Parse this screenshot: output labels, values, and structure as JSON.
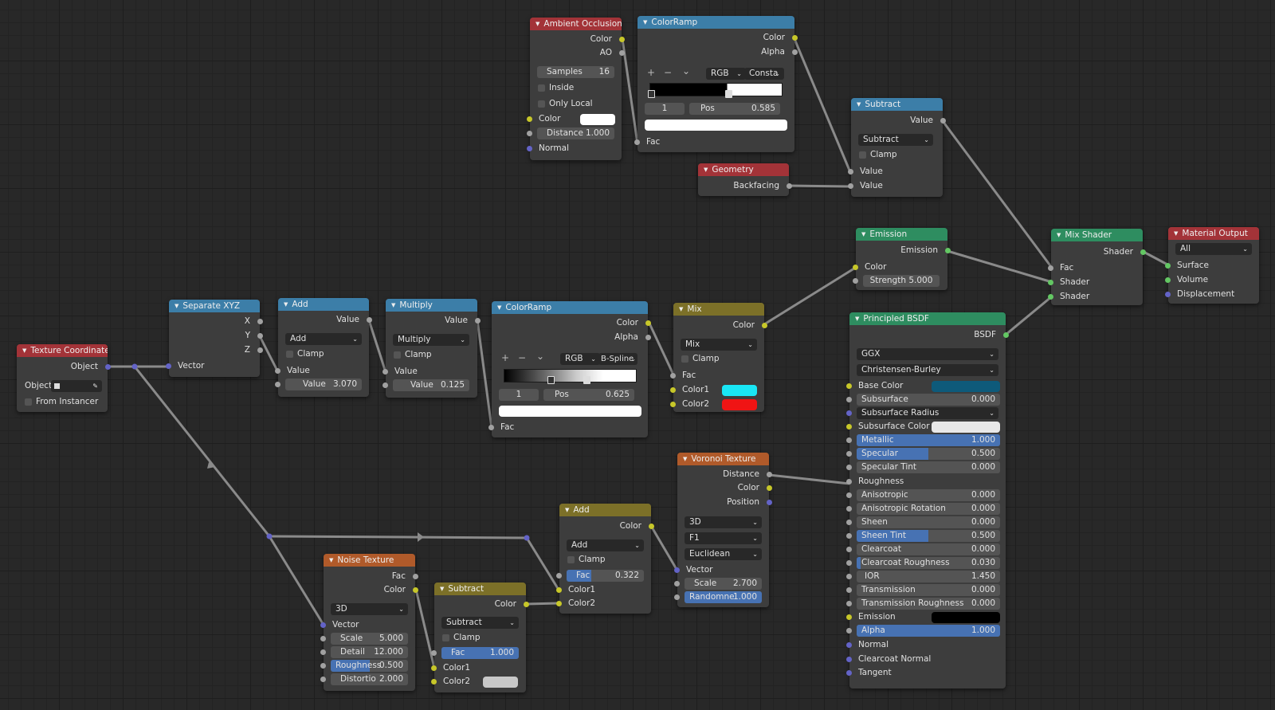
{
  "editor": {
    "grid_color": "#282828",
    "wire_color": "#8a8a8a"
  },
  "colors": {
    "socket_float": "#a1a1a1",
    "socket_color": "#c7c729",
    "socket_vector": "#6363c7",
    "socket_shader": "#63c763",
    "header_input": "#a33338",
    "header_converter": "#3c7ea8",
    "header_shader": "#2e8d60",
    "header_color": "#7c7028",
    "header_texture": "#b05a2a",
    "slider_fill": "#4772b3"
  },
  "nodes": {
    "ambient_occlusion": {
      "title": "Ambient Occlusion",
      "outputs": [
        "Color",
        "AO"
      ],
      "samples_label": "Samples",
      "samples_value": "16",
      "inside": "Inside",
      "only_local": "Only Local",
      "color_label": "Color",
      "distance_label": "Distance",
      "distance_value": "1.000",
      "normal_label": "Normal",
      "color_value": "#ffffff"
    },
    "colorramp_top": {
      "title": "ColorRamp",
      "outputs": [
        "Color",
        "Alpha"
      ],
      "tool_add": "+",
      "tool_remove": "−",
      "tool_menu": "⌄",
      "mode": "RGB",
      "interp": "Consta",
      "index": "1",
      "pos_label": "Pos",
      "pos_value": "0.585",
      "fac_label": "Fac",
      "stops": [
        0.0,
        0.585
      ]
    },
    "subtract_math": {
      "title": "Subtract",
      "output": "Value",
      "operation": "Subtract",
      "clamp": "Clamp",
      "inputs": [
        "Value",
        "Value"
      ]
    },
    "geometry": {
      "title": "Geometry",
      "output": "Backfacing"
    },
    "emission": {
      "title": "Emission",
      "output": "Emission",
      "color_label": "Color",
      "strength_label": "Strength",
      "strength_value": "5.000"
    },
    "mix_shader": {
      "title": "Mix Shader",
      "output": "Shader",
      "inputs": [
        "Fac",
        "Shader",
        "Shader"
      ]
    },
    "material_output": {
      "title": "Material Output",
      "target": "All",
      "inputs": [
        "Surface",
        "Volume",
        "Displacement"
      ]
    },
    "texture_coordinate": {
      "title": "Texture Coordinate",
      "output": "Object",
      "object_label": "Object",
      "from_instancer": "From Instancer"
    },
    "separate_xyz": {
      "title": "Separate XYZ",
      "outputs": [
        "X",
        "Y",
        "Z"
      ],
      "input": "Vector"
    },
    "add_math": {
      "title": "Add",
      "output": "Value",
      "operation": "Add",
      "clamp": "Clamp",
      "input1": "Value",
      "input2_label": "Value",
      "input2_value": "3.070"
    },
    "multiply_math": {
      "title": "Multiply",
      "output": "Value",
      "operation": "Multiply",
      "clamp": "Clamp",
      "input1": "Value",
      "input2_label": "Value",
      "input2_value": "0.125"
    },
    "colorramp_mid": {
      "title": "ColorRamp",
      "outputs": [
        "Color",
        "Alpha"
      ],
      "tool_add": "+",
      "tool_remove": "−",
      "tool_menu": "⌄",
      "mode": "RGB",
      "interp": "B-Spline",
      "index": "1",
      "pos_label": "Pos",
      "pos_value": "0.625",
      "fac_label": "Fac",
      "stops": [
        0.35,
        0.625
      ]
    },
    "mix_rgb": {
      "title": "Mix",
      "output": "Color",
      "blend": "Mix",
      "clamp": "Clamp",
      "inputs": [
        "Fac",
        "Color1",
        "Color2"
      ],
      "color1": "#19e6f5",
      "color2": "#f01414"
    },
    "principled_bsdf": {
      "title": "Principled BSDF",
      "output": "BSDF",
      "distribution": "GGX",
      "subsurface_method": "Christensen-Burley",
      "base_color_label": "Base Color",
      "base_color": "#0e5a7a",
      "subsurface_color_label": "Subsurface Color",
      "subsurface_color": "#e8e8e8",
      "subsurface_radius": "Subsurface Radius",
      "roughness": "Roughness",
      "emission_label": "Emission",
      "emission_color": "#000000",
      "normal": "Normal",
      "clearcoat_normal": "Clearcoat Normal",
      "tangent": "Tangent",
      "sliders": [
        {
          "label": "Subsurface",
          "value": "0.000",
          "fill": 0
        },
        {
          "label": "Metallic",
          "value": "1.000",
          "fill": 1
        },
        {
          "label": "Specular",
          "value": "0.500",
          "fill": 0.5
        },
        {
          "label": "Specular Tint",
          "value": "0.000",
          "fill": 0
        },
        {
          "label": "Anisotropic",
          "value": "0.000",
          "fill": 0
        },
        {
          "label": "Anisotropic Rotation",
          "value": "0.000",
          "fill": 0
        },
        {
          "label": "Sheen",
          "value": "0.000",
          "fill": 0
        },
        {
          "label": "Sheen Tint",
          "value": "0.500",
          "fill": 0.5
        },
        {
          "label": "Clearcoat",
          "value": "0.000",
          "fill": 0
        },
        {
          "label": "Clearcoat Roughness",
          "value": "0.030",
          "fill": 0.03
        },
        {
          "label": "IOR",
          "value": "1.450",
          "fill": 0
        },
        {
          "label": "Transmission",
          "value": "0.000",
          "fill": 0
        },
        {
          "label": "Transmission Roughness",
          "value": "0.000",
          "fill": 0
        },
        {
          "label": "Alpha",
          "value": "1.000",
          "fill": 1
        }
      ]
    },
    "voronoi": {
      "title": "Voronoi Texture",
      "outputs": [
        "Distance",
        "Color",
        "Position"
      ],
      "dimensions": "3D",
      "feature": "F1",
      "metric": "Euclidean",
      "vector": "Vector",
      "scale_label": "Scale",
      "scale_value": "2.700",
      "random_label": "Randomne",
      "random_value": "1.000"
    },
    "add_mix": {
      "title": "Add",
      "output": "Color",
      "blend": "Add",
      "clamp": "Clamp",
      "fac_label": "Fac",
      "fac_value": "0.322",
      "inputs": [
        "Color1",
        "Color2"
      ]
    },
    "noise": {
      "title": "Noise Texture",
      "outputs": [
        "Fac",
        "Color"
      ],
      "dimensions": "3D",
      "vector": "Vector",
      "scale_label": "Scale",
      "scale_value": "5.000",
      "detail_label": "Detail",
      "detail_value": "12.000",
      "roughness_label": "Roughness",
      "roughness_value": "0.500",
      "distortion_label": "Distortio",
      "distortion_value": "2.000"
    },
    "subtract_mix": {
      "title": "Subtract",
      "output": "Color",
      "blend": "Subtract",
      "clamp": "Clamp",
      "fac_label": "Fac",
      "fac_value": "1.000",
      "inputs": [
        "Color1",
        "Color2"
      ],
      "color2": "#c8c8c8"
    }
  }
}
